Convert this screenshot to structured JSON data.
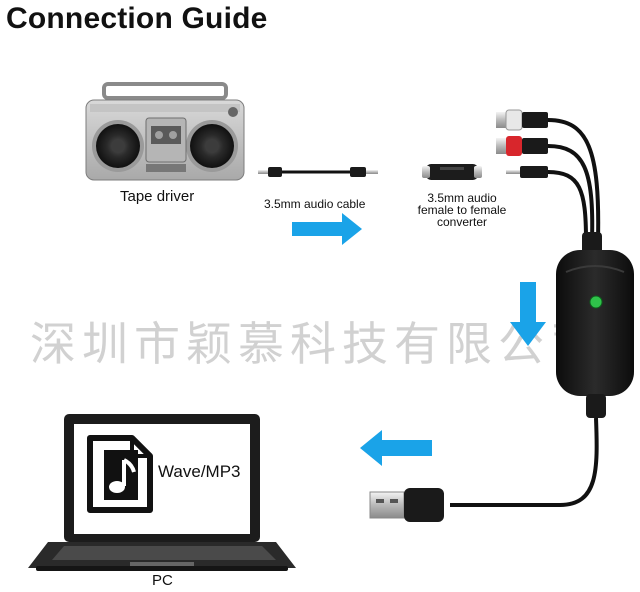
{
  "title": "Connection Guide",
  "labels": {
    "tape_driver": "Tape driver",
    "cable": "3.5mm audio cable",
    "converter_line1": "3.5mm audio",
    "converter_line2": "female to female",
    "converter_line3": "converter",
    "pc": "PC",
    "file_format": "Wave/MP3"
  },
  "watermark": "深圳市颖慕科技有限公司",
  "colors": {
    "arrow": "#1aa3e8",
    "rca_red": "#d8262c",
    "rca_white": "#eeeeee",
    "device_body": "#1a1a1a",
    "led": "#2fc24a"
  },
  "icons": {
    "tape_player": "boombox-icon",
    "music_file": "music-note-file-icon",
    "computer": "laptop-icon",
    "usb_plug": "usb-plug-icon"
  }
}
